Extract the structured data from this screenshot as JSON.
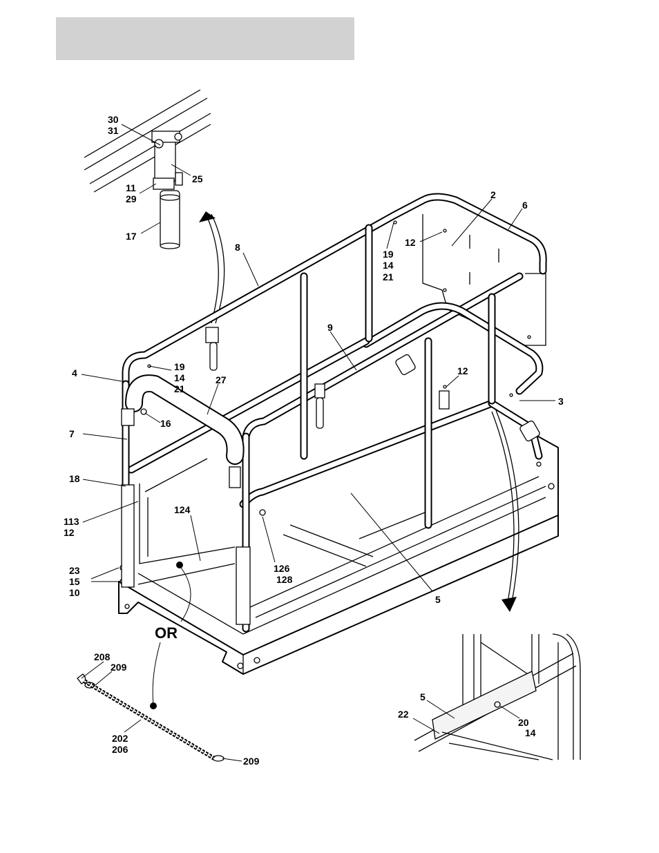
{
  "callouts": {
    "c30": "30",
    "c31": "31",
    "c25": "25",
    "c11": "11",
    "c29": "29",
    "c17": "17",
    "c8": "8",
    "c2": "2",
    "c6": "6",
    "c12a": "12",
    "c19a": "19",
    "c14a": "14",
    "c21a": "21",
    "c9": "9",
    "c19b": "19",
    "c14b": "14",
    "c21b": "21",
    "c4": "4",
    "c27": "27",
    "c16": "16",
    "c12b": "12",
    "c3": "3",
    "c7": "7",
    "c18": "18",
    "c113": "113",
    "c12c": "12",
    "c124": "124",
    "c23": "23",
    "c15": "15",
    "c10": "10",
    "c126": "126",
    "c128": "128",
    "c5a": "5",
    "or": "OR",
    "c208": "208",
    "c209a": "209",
    "c202": "202",
    "c206": "206",
    "c209b": "209",
    "c5b": "5",
    "c22": "22",
    "c20": "20",
    "c14c": "14"
  },
  "colors": {
    "header_fill": "#d2d2d2",
    "line": "#000000",
    "panel_fill": "#eeeeee"
  }
}
